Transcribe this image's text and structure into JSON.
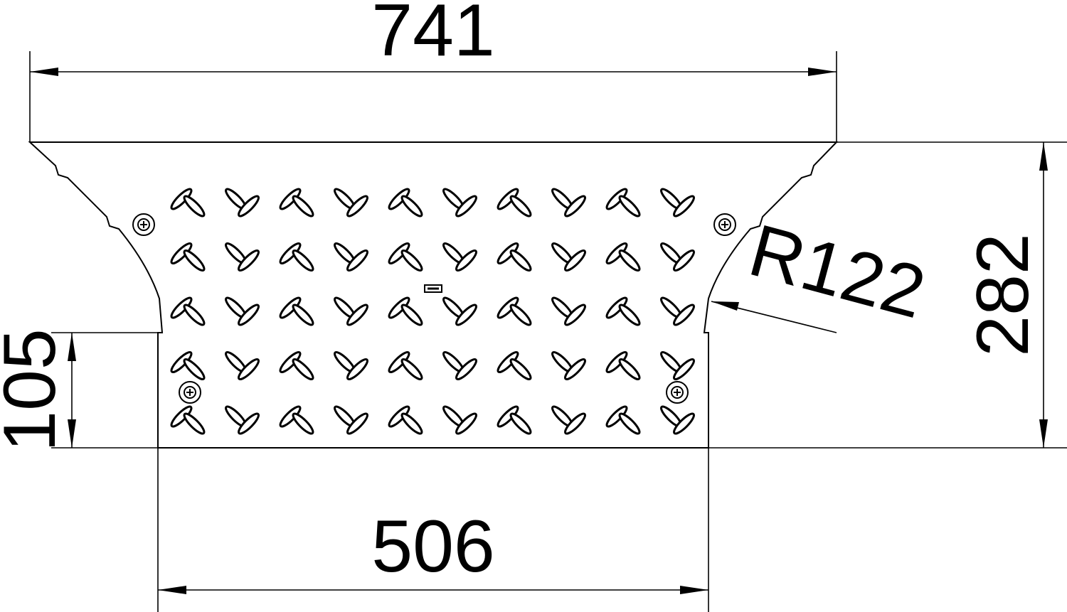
{
  "dimensions": {
    "top_width": "741",
    "bottom_width": "506",
    "total_height": "282",
    "side_height": "105",
    "radius": "R122"
  },
  "pattern": {
    "rows": 5,
    "columns": 10,
    "screws": 4
  },
  "colors": {
    "line": "#000000",
    "background": "#ffffff"
  }
}
